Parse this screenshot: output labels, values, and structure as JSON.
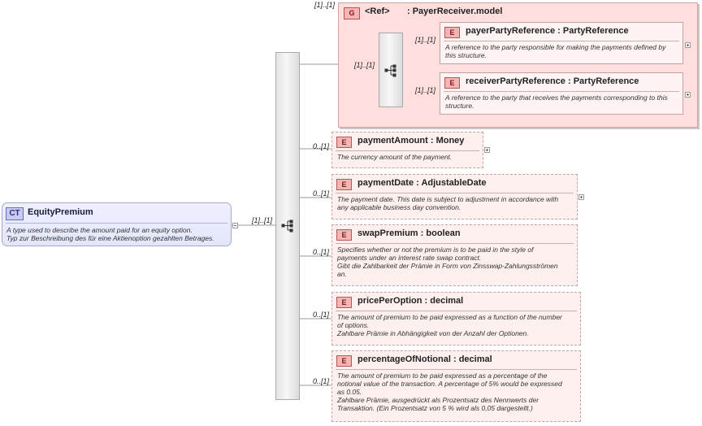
{
  "complex_type": {
    "badge": "CT",
    "name": "EquityPremium",
    "description_lines": [
      "A type used to describe the amount paid for an equity option.",
      "Typ zur Beschreibung des für eine Aktienoption gezahlten Betrages."
    ]
  },
  "main_sequence_cardinality": "[1]..[1]",
  "group": {
    "outer_cardinality": "[1]..[1]",
    "badge": "G",
    "ref_label": "<Ref>",
    "name": ": PayerReceiver.model",
    "sequence_cardinality": "[1]..[1]",
    "elements": [
      {
        "badge": "E",
        "name": "payerPartyReference",
        "type": ": PartyReference",
        "cardinality": "[1]..[1]",
        "description_lines": [
          "A reference to the party responsible for making the payments defined by",
          "this structure."
        ]
      },
      {
        "badge": "E",
        "name": "receiverPartyReference",
        "type": ": PartyReference",
        "cardinality": "[1]..[1]",
        "description_lines": [
          "A reference to the party that receives the payments corresponding to this",
          "structure."
        ]
      }
    ]
  },
  "elements": [
    {
      "badge": "E",
      "name": "paymentAmount",
      "type": ": Money",
      "cardinality": "0..[1]",
      "description_lines": [
        "The currency amount of the payment."
      ]
    },
    {
      "badge": "E",
      "name": "paymentDate",
      "type": ": AdjustableDate",
      "cardinality": "0..[1]",
      "description_lines": [
        "The payment date. This date is subject to adjustment in accordance with",
        "any applicable business day convention."
      ]
    },
    {
      "badge": "E",
      "name": "swapPremium",
      "type": ": boolean",
      "cardinality": "0..[1]",
      "description_lines": [
        "Specifies whether or not the premium is to be paid in the style of",
        "payments under an interest rate swap contract.",
        "Gibt die Zahlbarkeit der Prämie in Form von Zinsswap-Zahlungsströmen",
        "an."
      ]
    },
    {
      "badge": "E",
      "name": "pricePerOption",
      "type": ": decimal",
      "cardinality": "0..[1]",
      "description_lines": [
        "The amount of premium to be paid expressed as a function of the number",
        "of options.",
        "Zahlbare Prämie in Abhängigkeit von der Anzahl der Optionen."
      ]
    },
    {
      "badge": "E",
      "name": "percentageOfNotional",
      "type": ": decimal",
      "cardinality": "0..[1]",
      "description_lines": [
        "The amount of premium to be paid expressed as a percentage of the",
        "notional value of the transaction. A percentage of 5% would be expressed",
        "as 0.05.",
        "Zahlbare Prämie, ausgedrückt als Prozentsatz des Nennwerts der",
        "Transaktion. (Ein Prozentsatz von 5 % wird als 0,05 dargestellt.)"
      ]
    }
  ]
}
